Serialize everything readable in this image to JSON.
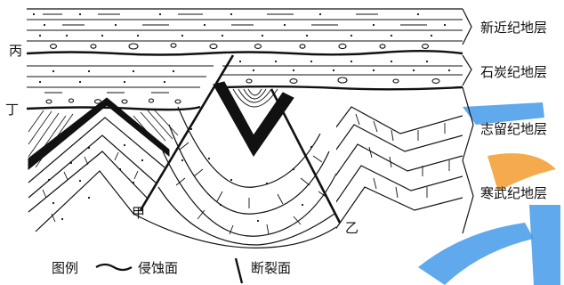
{
  "strata": [
    {
      "key": "neogene",
      "label": "新近纪地层"
    },
    {
      "key": "carboniferous",
      "label": "石炭纪地层"
    },
    {
      "key": "silurian",
      "label": "志留纪地层"
    },
    {
      "key": "cambrian",
      "label": "寒武纪地层"
    }
  ],
  "points": {
    "bing": "丙",
    "ding": "丁",
    "jia": "甲",
    "yi": "乙"
  },
  "legend": {
    "title": "图例",
    "erosion_label": "侵蚀面",
    "fault_label": "断裂面"
  },
  "colors": {
    "ink": "#111111",
    "watermark": "#2f8fe6",
    "watermark_accent": "#f5a23a"
  }
}
